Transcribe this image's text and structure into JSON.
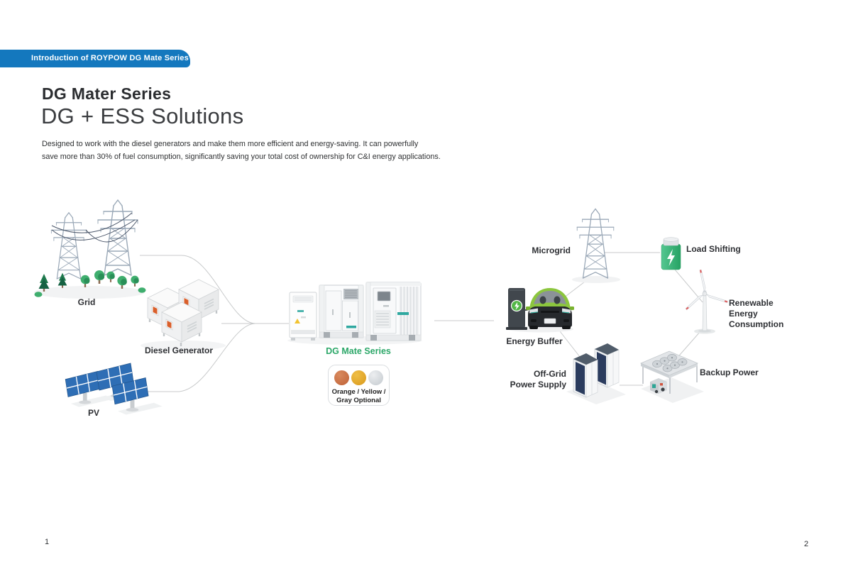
{
  "banner": {
    "label": "Introduction of ROYPOW DG Mate Series"
  },
  "header": {
    "title": "DG Mater Series",
    "subtitle": "DG + ESS Solutions",
    "description_line1": "Designed to work with the diesel generators and make them more efficient and energy-saving. It can powerfully",
    "description_line2": "save more than 30% of fuel consumption, significantly saving your total cost of ownership for C&I energy applications."
  },
  "diagram": {
    "sources": {
      "grid": "Grid",
      "diesel_generator": "Diesel Generator",
      "pv": "PV"
    },
    "product": {
      "name": "DG Mate Series",
      "color_note_line1": "Orange / Yellow /",
      "color_note_line2": "Gray Optional",
      "swatches": [
        {
          "name": "orange",
          "hex": "#BF6136"
        },
        {
          "name": "yellow",
          "hex": "#D9991C"
        },
        {
          "name": "gray",
          "hex": "#C9CED3"
        }
      ]
    },
    "applications": {
      "microgrid": "Microgrid",
      "load_shifting": "Load Shifting",
      "renewable_line1": "Renewable",
      "renewable_line2": "Energy",
      "renewable_line3": "Consumption",
      "backup_power": "Backup Power",
      "off_grid_line1": "Off-Grid",
      "off_grid_line2": "Power Supply",
      "energy_buffer": "Energy Buffer"
    }
  },
  "footer": {
    "page_left": "1",
    "page_right": "2"
  },
  "colors": {
    "accent_blue": "#1478BE",
    "accent_green": "#2BA768",
    "battery_green": "#30AC6F",
    "car_green": "#8CC63E",
    "solar_blue": "#2E6EB5",
    "connector_gray": "#C8CACB"
  }
}
